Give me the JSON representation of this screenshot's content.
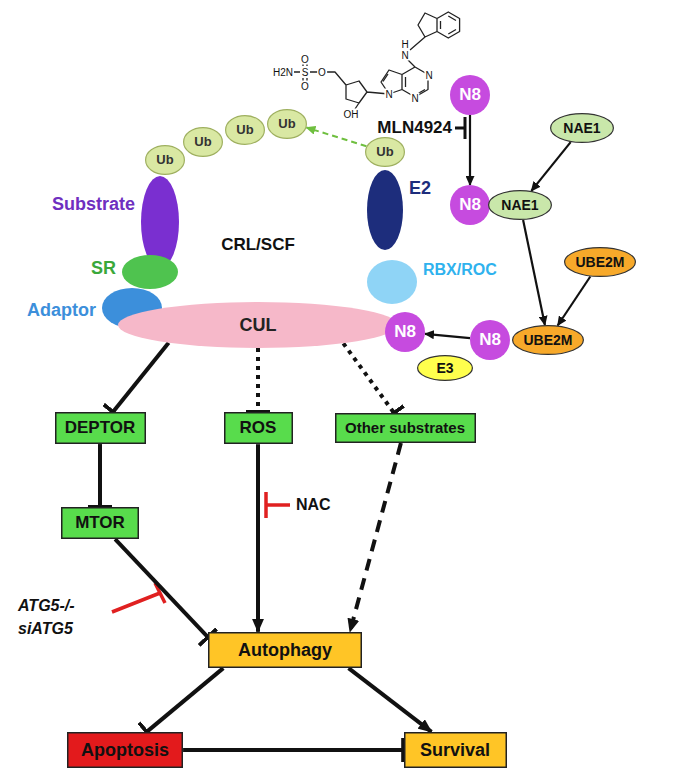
{
  "diagram": {
    "nodes": [
      {
        "text": [
          "N8"
        ]
      },
      {
        "text": [
          "NAE1"
        ]
      },
      {
        "text": [
          "Ub"
        ]
      },
      {
        "text": [
          "Ub"
        ]
      },
      {
        "text": [
          "Ub"
        ]
      },
      {
        "text": [
          "Ub"
        ]
      },
      {
        "text": [
          "Ub"
        ]
      },
      {
        "text": [
          "Substrate"
        ]
      },
      {
        "text": [
          "E2"
        ]
      },
      {
        "text": [
          "N8"
        ]
      },
      {
        "text": [
          "NAE1"
        ]
      },
      {
        "text": [
          "UBE2M"
        ]
      },
      {
        "text": [
          "SR"
        ]
      },
      {
        "text": [
          "RBX/ROC"
        ]
      },
      {
        "text": [
          "Adaptor"
        ]
      },
      {
        "text": [
          "CUL"
        ]
      },
      {
        "text": [
          "N8"
        ]
      },
      {
        "text": [
          "N8"
        ]
      },
      {
        "text": [
          "UBE2M"
        ]
      },
      {
        "text": [
          "E3"
        ]
      },
      {
        "text": [
          "DEPTOR"
        ]
      },
      {
        "text": [
          "ROS"
        ]
      },
      {
        "text": [
          "Other substrates"
        ]
      },
      {
        "text": [
          "MTOR"
        ]
      },
      {
        "text": [
          "Autophagy"
        ]
      },
      {
        "text": [
          "Apoptosis"
        ]
      },
      {
        "text": [
          "Survival"
        ]
      }
    ],
    "edges": [
      {
        "from": 6,
        "to": 5,
        "arrow": "to"
      },
      {
        "from": 0,
        "to": 9,
        "arrow": "to"
      },
      {
        "from": 1,
        "to": 10,
        "arrow": "to"
      },
      {
        "from": 10,
        "to": 18,
        "arrow": "to"
      },
      {
        "from": 11,
        "to": 18,
        "arrow": "to"
      },
      {
        "from": 17,
        "to": 16,
        "arrow": "to"
      },
      {
        "from": 15,
        "to": 20,
        "arrow": "to"
      },
      {
        "from": 15,
        "to": 21,
        "arrow": "to"
      },
      {
        "from": 15,
        "to": 22,
        "arrow": "to"
      },
      {
        "from": 20,
        "to": 23,
        "arrow": "to"
      },
      {
        "from": 23,
        "to": 24,
        "arrow": "to"
      },
      {
        "from": 21,
        "to": 24,
        "arrow": "to"
      },
      {
        "from": 22,
        "to": 24,
        "arrow": "to"
      },
      {
        "from": 24,
        "to": 25,
        "arrow": "to"
      },
      {
        "from": 24,
        "to": 26,
        "arrow": "to"
      },
      {
        "from": 25,
        "to": 26,
        "arrow": "to"
      }
    ],
    "labels": [
      "CRL/SCF",
      "MLN4924",
      "NAC",
      "ATG5-/-",
      "siATG5",
      "H",
      "N",
      "N",
      "N",
      "N",
      "OH",
      "O",
      "S",
      "O",
      "O",
      "H2N"
    ]
  }
}
